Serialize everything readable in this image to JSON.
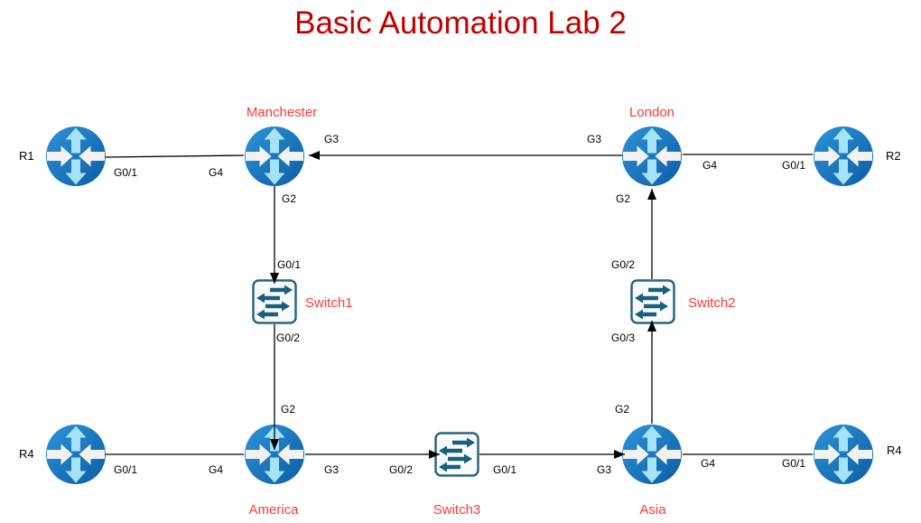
{
  "title": "Basic Automation Lab 2",
  "colors": {
    "title": "#c00000",
    "node_label": "#fb3a3a",
    "iface_label": "#000000",
    "link": "#000000",
    "router_fill_light": "#2e93d8",
    "router_fill_dark": "#0c5da4",
    "router_arrow_vertical": "#a6e3f8",
    "router_arrow_horizontal": "#f2f2f2",
    "switch_fill": "#fbfbfb",
    "switch_stroke": "#2a6680",
    "switch_arrow": "#17617f"
  },
  "nodes": {
    "r1": {
      "label": "R1",
      "type": "router"
    },
    "manchester": {
      "label": "Manchester",
      "type": "router"
    },
    "london": {
      "label": "London",
      "type": "router"
    },
    "r2": {
      "label": "R2",
      "type": "router"
    },
    "switch1": {
      "label": "Switch1",
      "type": "switch"
    },
    "switch2": {
      "label": "Switch2",
      "type": "switch"
    },
    "r4_left": {
      "label": "R4",
      "type": "router"
    },
    "america": {
      "label": "America",
      "type": "router"
    },
    "switch3": {
      "label": "Switch3",
      "type": "switch"
    },
    "asia": {
      "label": "Asia",
      "type": "router"
    },
    "r4_right": {
      "label": "R4",
      "type": "router"
    }
  },
  "links": {
    "r1_manchester": {
      "from": "R1",
      "to": "Manchester",
      "from_if": "G0/1",
      "to_if": "G4",
      "arrow": "none"
    },
    "london_manchester": {
      "from": "London",
      "to": "Manchester",
      "from_if": "G3",
      "to_if": "G3",
      "arrow": "to"
    },
    "r2_london": {
      "from": "R2",
      "to": "London",
      "from_if": "G0/1",
      "to_if": "G4",
      "arrow": "none"
    },
    "manchester_switch1": {
      "from": "Manchester",
      "to": "Switch1",
      "from_if": "G2",
      "to_if": "G0/1",
      "arrow": "to"
    },
    "switch1_america": {
      "from": "Switch1",
      "to": "America",
      "from_if": "G0/2",
      "to_if": "G2",
      "arrow": "to"
    },
    "r4_america": {
      "from": "R4",
      "to": "America",
      "from_if": "G0/1",
      "to_if": "G4",
      "arrow": "none"
    },
    "america_switch3": {
      "from": "America",
      "to": "Switch3",
      "from_if": "G3",
      "to_if": "G0/2",
      "arrow": "to"
    },
    "switch3_asia": {
      "from": "Switch3",
      "to": "Asia",
      "from_if": "G0/1",
      "to_if": "G3",
      "arrow": "to"
    },
    "asia_switch2": {
      "from": "Asia",
      "to": "Switch2",
      "from_if": "G2",
      "to_if": "G0/3",
      "arrow": "to"
    },
    "switch2_london": {
      "from": "Switch2",
      "to": "London",
      "from_if": "G0/2",
      "to_if": "G2",
      "arrow": "to"
    },
    "asia_r4": {
      "from": "Asia",
      "to": "R4",
      "from_if": "G4",
      "to_if": "G0/1",
      "arrow": "none"
    }
  }
}
